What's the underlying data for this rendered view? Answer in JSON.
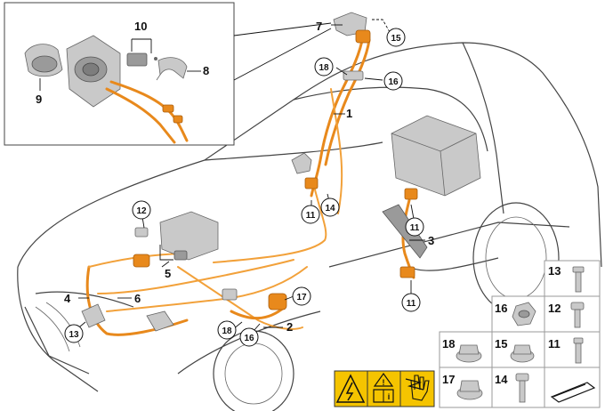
{
  "diagram": {
    "callouts": {
      "c1": "1",
      "c2": "2",
      "c3": "3",
      "c4": "4",
      "c5": "5",
      "c6": "6",
      "c7": "7",
      "c8": "8",
      "c9": "9",
      "c10": "10",
      "c11a": "11",
      "c11b": "11",
      "c11c": "11",
      "c12": "12",
      "c13": "13",
      "c14": "14",
      "c15": "15",
      "c16a": "16",
      "c16b": "16",
      "c17": "17",
      "c18a": "18",
      "c18b": "18"
    },
    "parts_grid": {
      "r1": "13",
      "r2a": "16",
      "r2b": "12",
      "r3a": "18",
      "r3b": "15",
      "r3c": "11",
      "r4a": "17",
      "r4b": "14"
    },
    "colors": {
      "cable": "#e8891c",
      "warning_yellow": "#f5c400"
    },
    "icons": [
      "high-voltage-warning-icon",
      "manual-info-icon",
      "no-touch-hand-icon",
      "plug-connector-icon"
    ]
  }
}
